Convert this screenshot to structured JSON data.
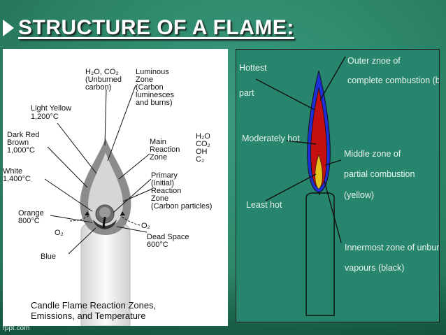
{
  "slide": {
    "title": "STRUCTURE OF A FLAME:",
    "footer": "fppt.com"
  },
  "left_diagram": {
    "labels": {
      "co2_line1": "H₂O, CO₂",
      "co2_line2": "(Unburned",
      "co2_line3": "carbon)",
      "lum_line1": "Luminous",
      "lum_line2": "Zone",
      "lum_line3": "(Carbon",
      "lum_line4": "luminesces",
      "lum_line5": "and burns)",
      "ly_line1": "Light Yellow",
      "ly_line2": "1,200°C",
      "dr_line1": "Dark Red",
      "dr_line2": "Brown",
      "dr_line3": "1,000°C",
      "mr_line1": "Main",
      "mr_line2": "Reaction",
      "mr_line3": "Zone",
      "prod1": "H₂O",
      "prod2": "CO₂",
      "prod3": "OH",
      "prod4": "C₂",
      "white_line1": "White",
      "white_line2": "1,400°C",
      "pr_line1": "Primary",
      "pr_line2": "(Initial)",
      "pr_line3": "Reaction",
      "pr_line4": "Zone",
      "pr_line5": "(Carbon particles)",
      "orange_line1": "Orange",
      "orange_line2": "800°C",
      "o2_left": "O₂",
      "o2_right": "O₂",
      "ds_line1": "Dead Space",
      "ds_line2": "600°C",
      "blue": "Blue",
      "caption_line1": "Candle Flame Reaction Zones,",
      "caption_line2": "Emissions, and Temperature"
    }
  },
  "right_diagram": {
    "labels": {
      "hottest_line1": "Hottest",
      "hottest_line2": "part",
      "outer_line1": "Outer znoe of",
      "outer_line2": "complete combustion (blue)",
      "mod_hot": "Moderately hot",
      "middle_line1": "Middle zone of",
      "middle_line2": "partial combustion",
      "middle_line3": "(yellow)",
      "least_hot": "Least hot",
      "inner_line1": "Innermost zone of unburnt wax",
      "inner_line2": "vapours (black)"
    },
    "colors": {
      "outer_zone": "#1f2fd8",
      "middle_zone": "#c41010",
      "inner_zone": "#e6c21a"
    }
  }
}
